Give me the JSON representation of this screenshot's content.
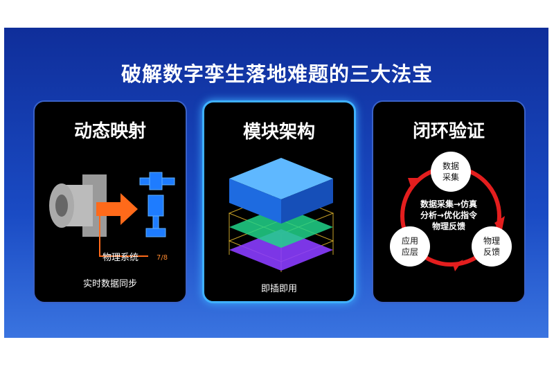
{
  "title": "破解数字孪生落地难题的三大法宝",
  "cards": [
    {
      "title": "动态映射",
      "label": "物理系统",
      "page": "7/8",
      "caption": "实时数据同步"
    },
    {
      "title": "模块架构",
      "caption": "即插即用"
    },
    {
      "title": "闭环验证",
      "nodes": [
        "数据\n采集",
        "物理\n反馈",
        "应用\n应层"
      ],
      "center": [
        "数据采集→仿真",
        "分析→优化指令",
        "物理反馈"
      ]
    }
  ],
  "colors": {
    "accent": "#ff6a1a",
    "loop": "#e41e1e",
    "blue": "#1e7cff"
  }
}
